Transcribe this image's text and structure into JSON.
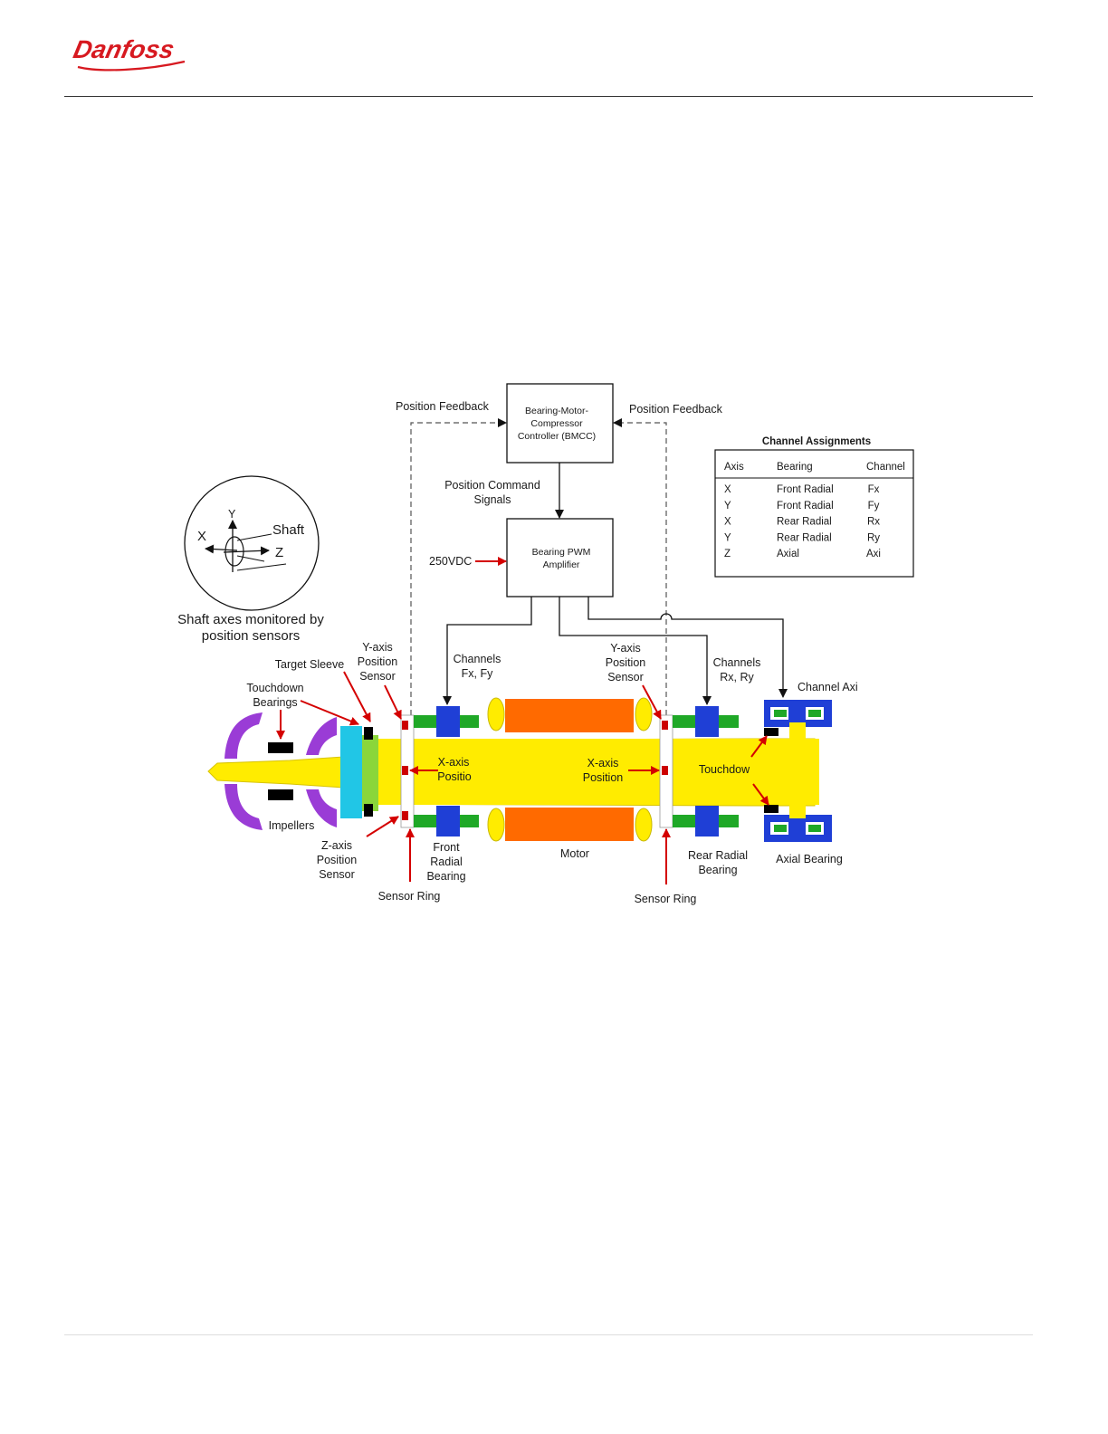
{
  "brand": {
    "logo_text": "Danfoss",
    "logo_color": "#d71920"
  },
  "controller": {
    "line1": "Bearing-Motor-",
    "line2": "Compressor",
    "line3": "Controller (BMCC)"
  },
  "amplifier": {
    "line1": "Bearing PWM",
    "line2": "Amplifier"
  },
  "signals": {
    "feedback_left": "Position Feedback",
    "feedback_right": "Position Feedback",
    "command_line1": "Position Command",
    "command_line2": "Signals",
    "power": "250VDC"
  },
  "axes_inset": {
    "y": "Y",
    "x": "X",
    "z": "Z",
    "shaft": "Shaft",
    "caption_line1": "Shaft axes monitored by",
    "caption_line2": "position sensors"
  },
  "channel_table": {
    "title": "Channel Assignments",
    "headers": [
      "Axis",
      "Bearing",
      "Channel"
    ],
    "rows": [
      [
        "X",
        "Front Radial",
        "Fx"
      ],
      [
        "Y",
        "Front Radial",
        "Fy"
      ],
      [
        "X",
        "Rear Radial",
        "Rx"
      ],
      [
        "Y",
        "Rear Radial",
        "Ry"
      ],
      [
        "Z",
        "Axial",
        "Axi"
      ]
    ]
  },
  "labels": {
    "channels_front_1": "Channels",
    "channels_front_2": "Fx, Fy",
    "channels_rear_1": "Channels",
    "channels_rear_2": "Rx, Ry",
    "channel_axi": "Channel Axi",
    "y_sensor_left_1": "Y-axis",
    "y_sensor_left_2": "Position",
    "y_sensor_left_3": "Sensor",
    "y_sensor_right_1": "Y-axis",
    "y_sensor_right_2": "Position",
    "y_sensor_right_3": "Sensor",
    "target_sleeve": "Target Sleeve",
    "touchdown_1": "Touchdown",
    "touchdown_2": "Bearings",
    "x_pos_left_1": "X-axis",
    "x_pos_left_2": "Positio",
    "x_pos_right_1": "X-axis",
    "x_pos_right_2": "Position",
    "touchdown_right": "Touchdow",
    "impellers": "Impellers",
    "z_sensor_1": "Z-axis",
    "z_sensor_2": "Position",
    "z_sensor_3": "Sensor",
    "front_bearing_1": "Front",
    "front_bearing_2": "Radial",
    "front_bearing_3": "Bearing",
    "motor": "Motor",
    "rear_bearing_1": "Rear Radial",
    "rear_bearing_2": "Bearing",
    "axial_bearing": "Axial Bearing",
    "sensor_ring_left": "Sensor Ring",
    "sensor_ring_right": "Sensor Ring"
  },
  "colors": {
    "shaft": "#ffec00",
    "motor": "#ff6a00",
    "bearing": "#1f3fd6",
    "coil": "#1fa827",
    "impeller": "#9a3cd6",
    "sleeve_cyan": "#21c6e6",
    "sleeve_green": "#8bd63a",
    "sensor": "#cc0000",
    "arrow_red": "#d40000",
    "touchdown": "#000000"
  }
}
